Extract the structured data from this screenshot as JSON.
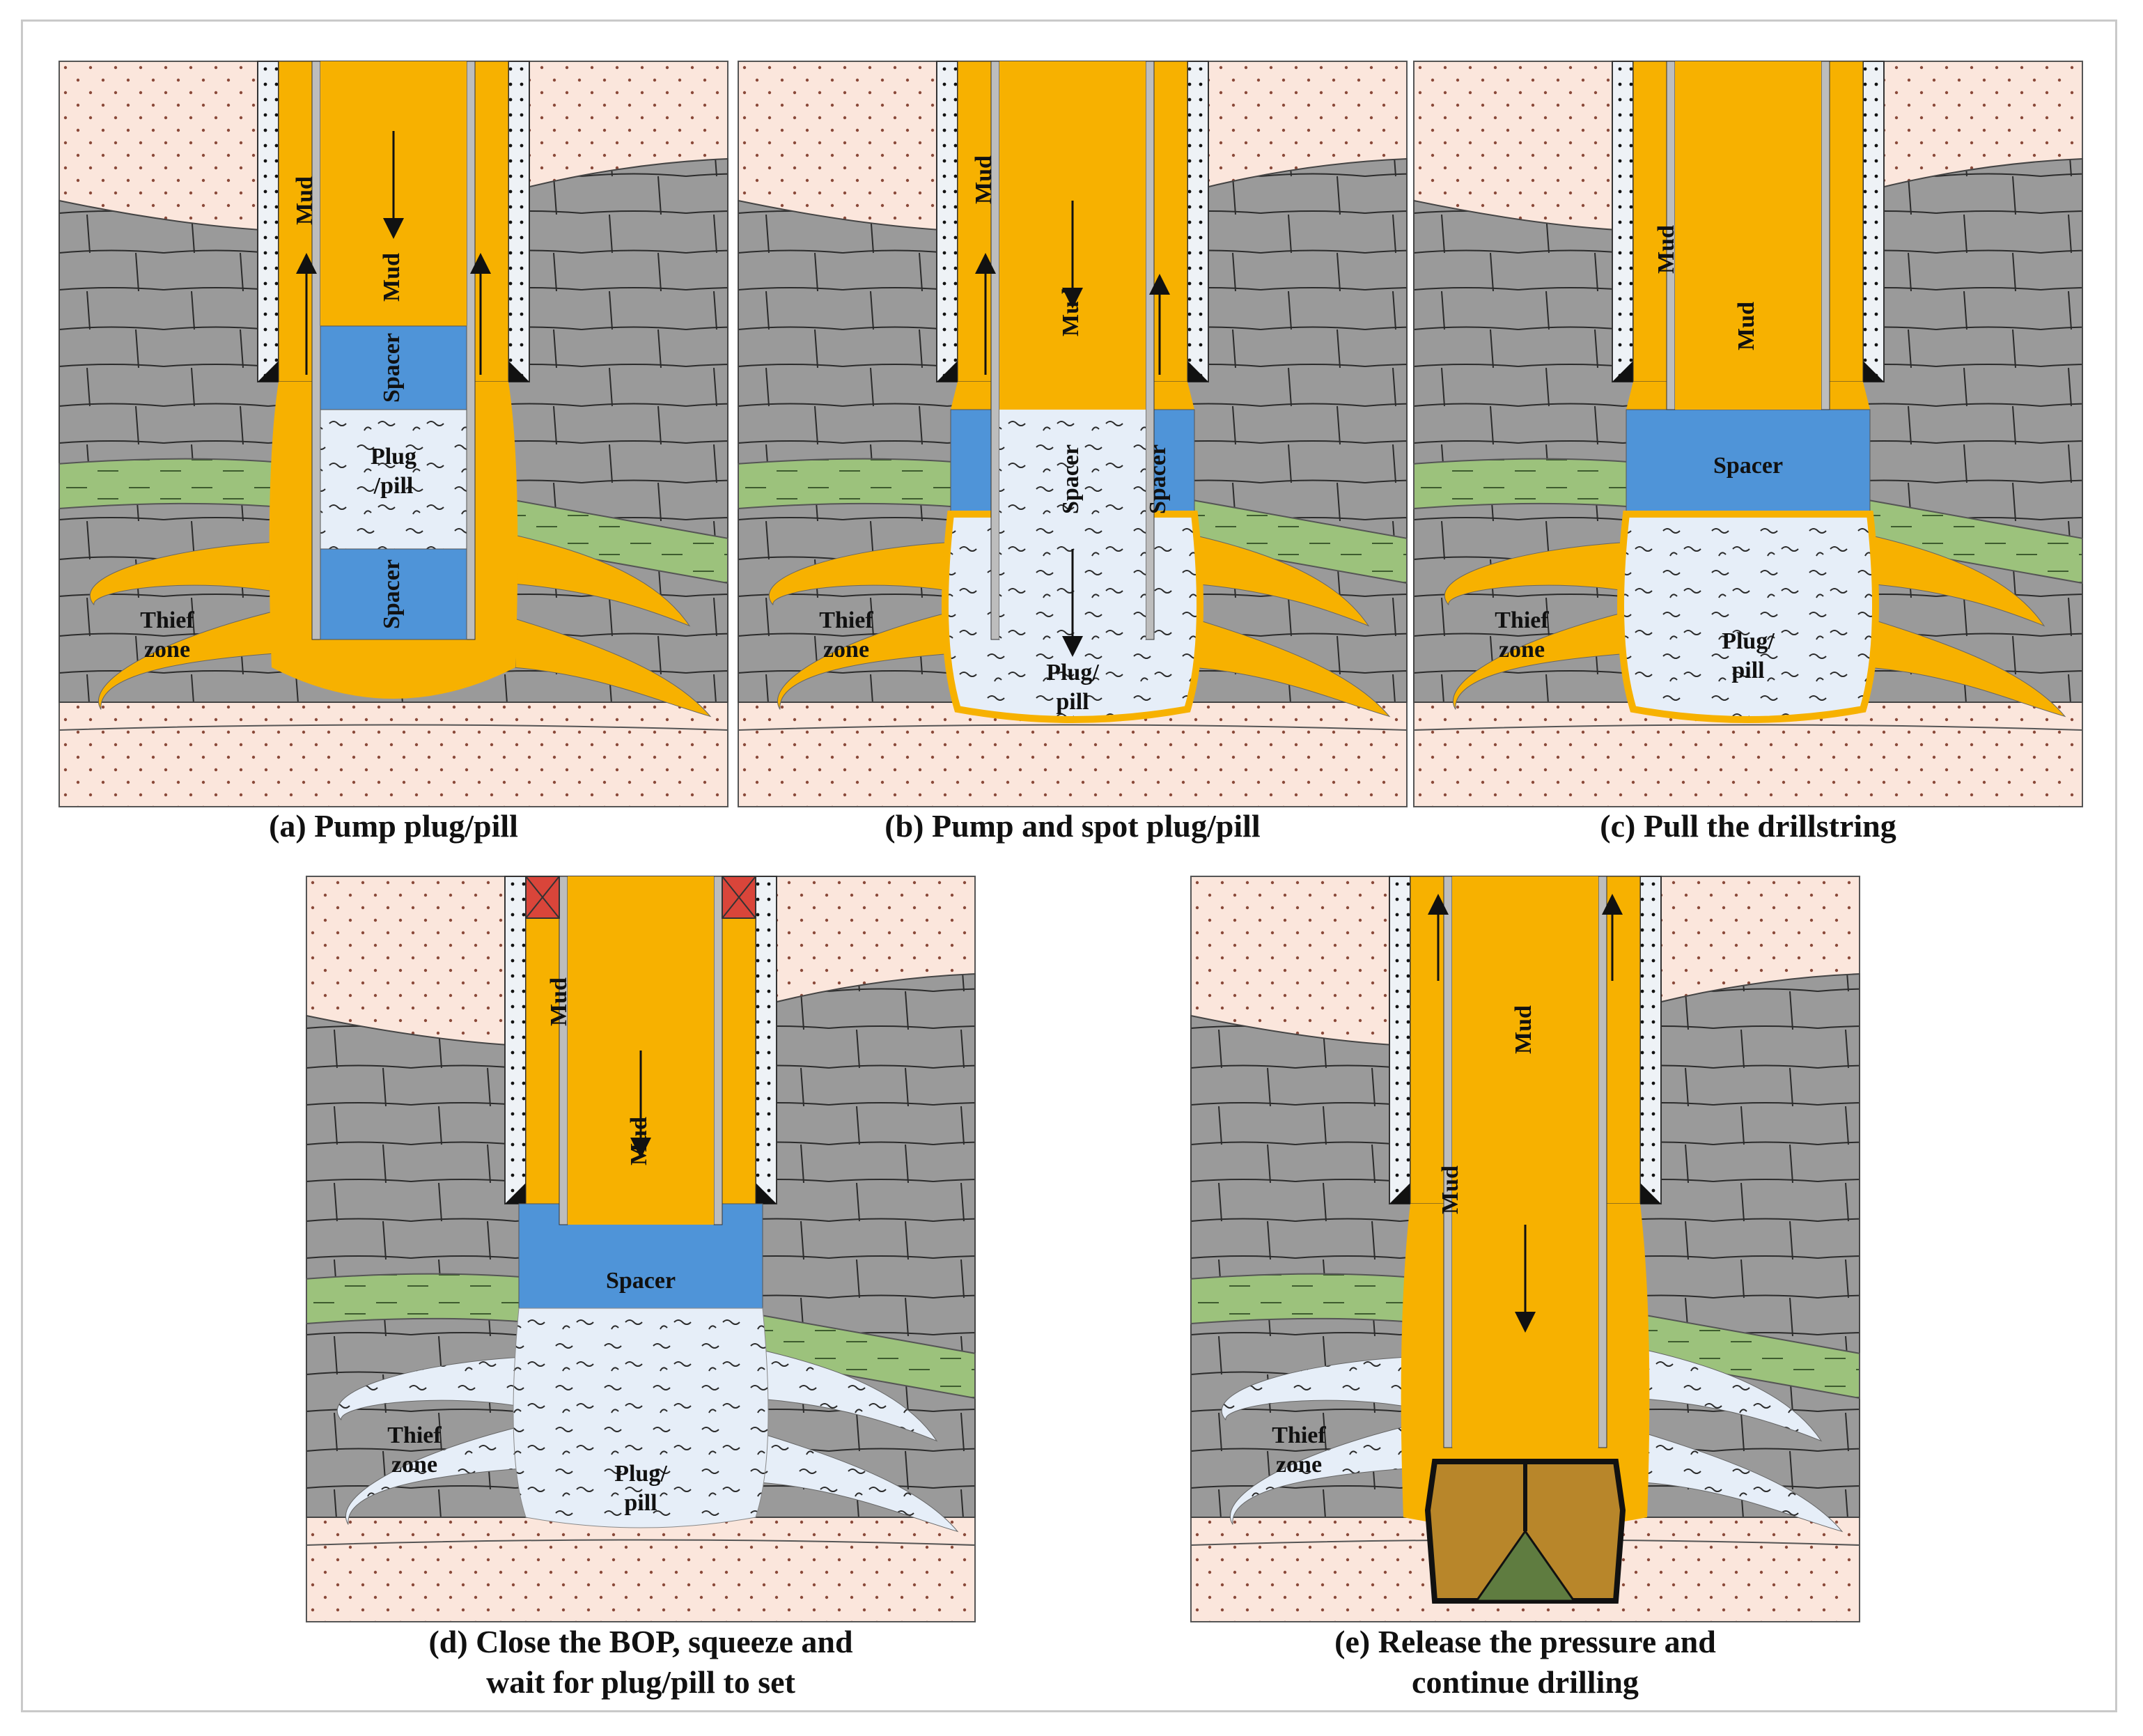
{
  "colors": {
    "sand": "#fbe6dc",
    "rock": "#9a9a9a",
    "mud": "#f7b100",
    "spacer": "#4f94d8",
    "plug": "#e6eef8",
    "green_layer": "#9cc27c",
    "bop": "#d9453a",
    "bit": "#b8862a"
  },
  "panels": [
    {
      "id": "a",
      "caption_line1": "(a) Pump  plug/pill",
      "caption_line2": "",
      "labels": {
        "mud_left": "Mud",
        "mud_pipe": "Mud",
        "spacer_top": "Spacer",
        "plug": "Plug\n/pill",
        "spacer_bottom": "Spacer",
        "thief_1": "Thief",
        "thief_2": "zone"
      }
    },
    {
      "id": "b",
      "caption_line1": "(b) Pump and spot plug/pill",
      "caption_line2": "",
      "labels": {
        "mud_left": "Mud",
        "mud_pipe": "Mud",
        "spacer_left": "Spacer",
        "spacer_right": "Spacer",
        "plug_1": "Plug/",
        "plug_2": "pill",
        "thief_1": "Thief",
        "thief_2": "zone"
      }
    },
    {
      "id": "c",
      "caption_line1": "(c) Pull the drillstring",
      "caption_line2": "",
      "labels": {
        "mud_left": "Mud",
        "mud_pipe": "Mud",
        "spacer": "Spacer",
        "plug_1": "Plug/",
        "plug_2": "pill",
        "thief_1": "Thief",
        "thief_2": "zone"
      }
    },
    {
      "id": "d",
      "caption_line1": "(d) Close the BOP, squeeze and",
      "caption_line2": "wait for plug/pill to set",
      "labels": {
        "mud_left": "Mud",
        "mud_pipe": "Mud",
        "spacer": "Spacer",
        "plug_1": "Plug/",
        "plug_2": "pill",
        "thief_1": "Thief",
        "thief_2": "zone"
      }
    },
    {
      "id": "e",
      "caption_line1": "(e) Release the pressure and",
      "caption_line2": "continue drilling",
      "labels": {
        "mud_left": "Mud",
        "mud_pipe": "Mud",
        "thief_1": "Thief",
        "thief_2": "zone"
      }
    }
  ]
}
